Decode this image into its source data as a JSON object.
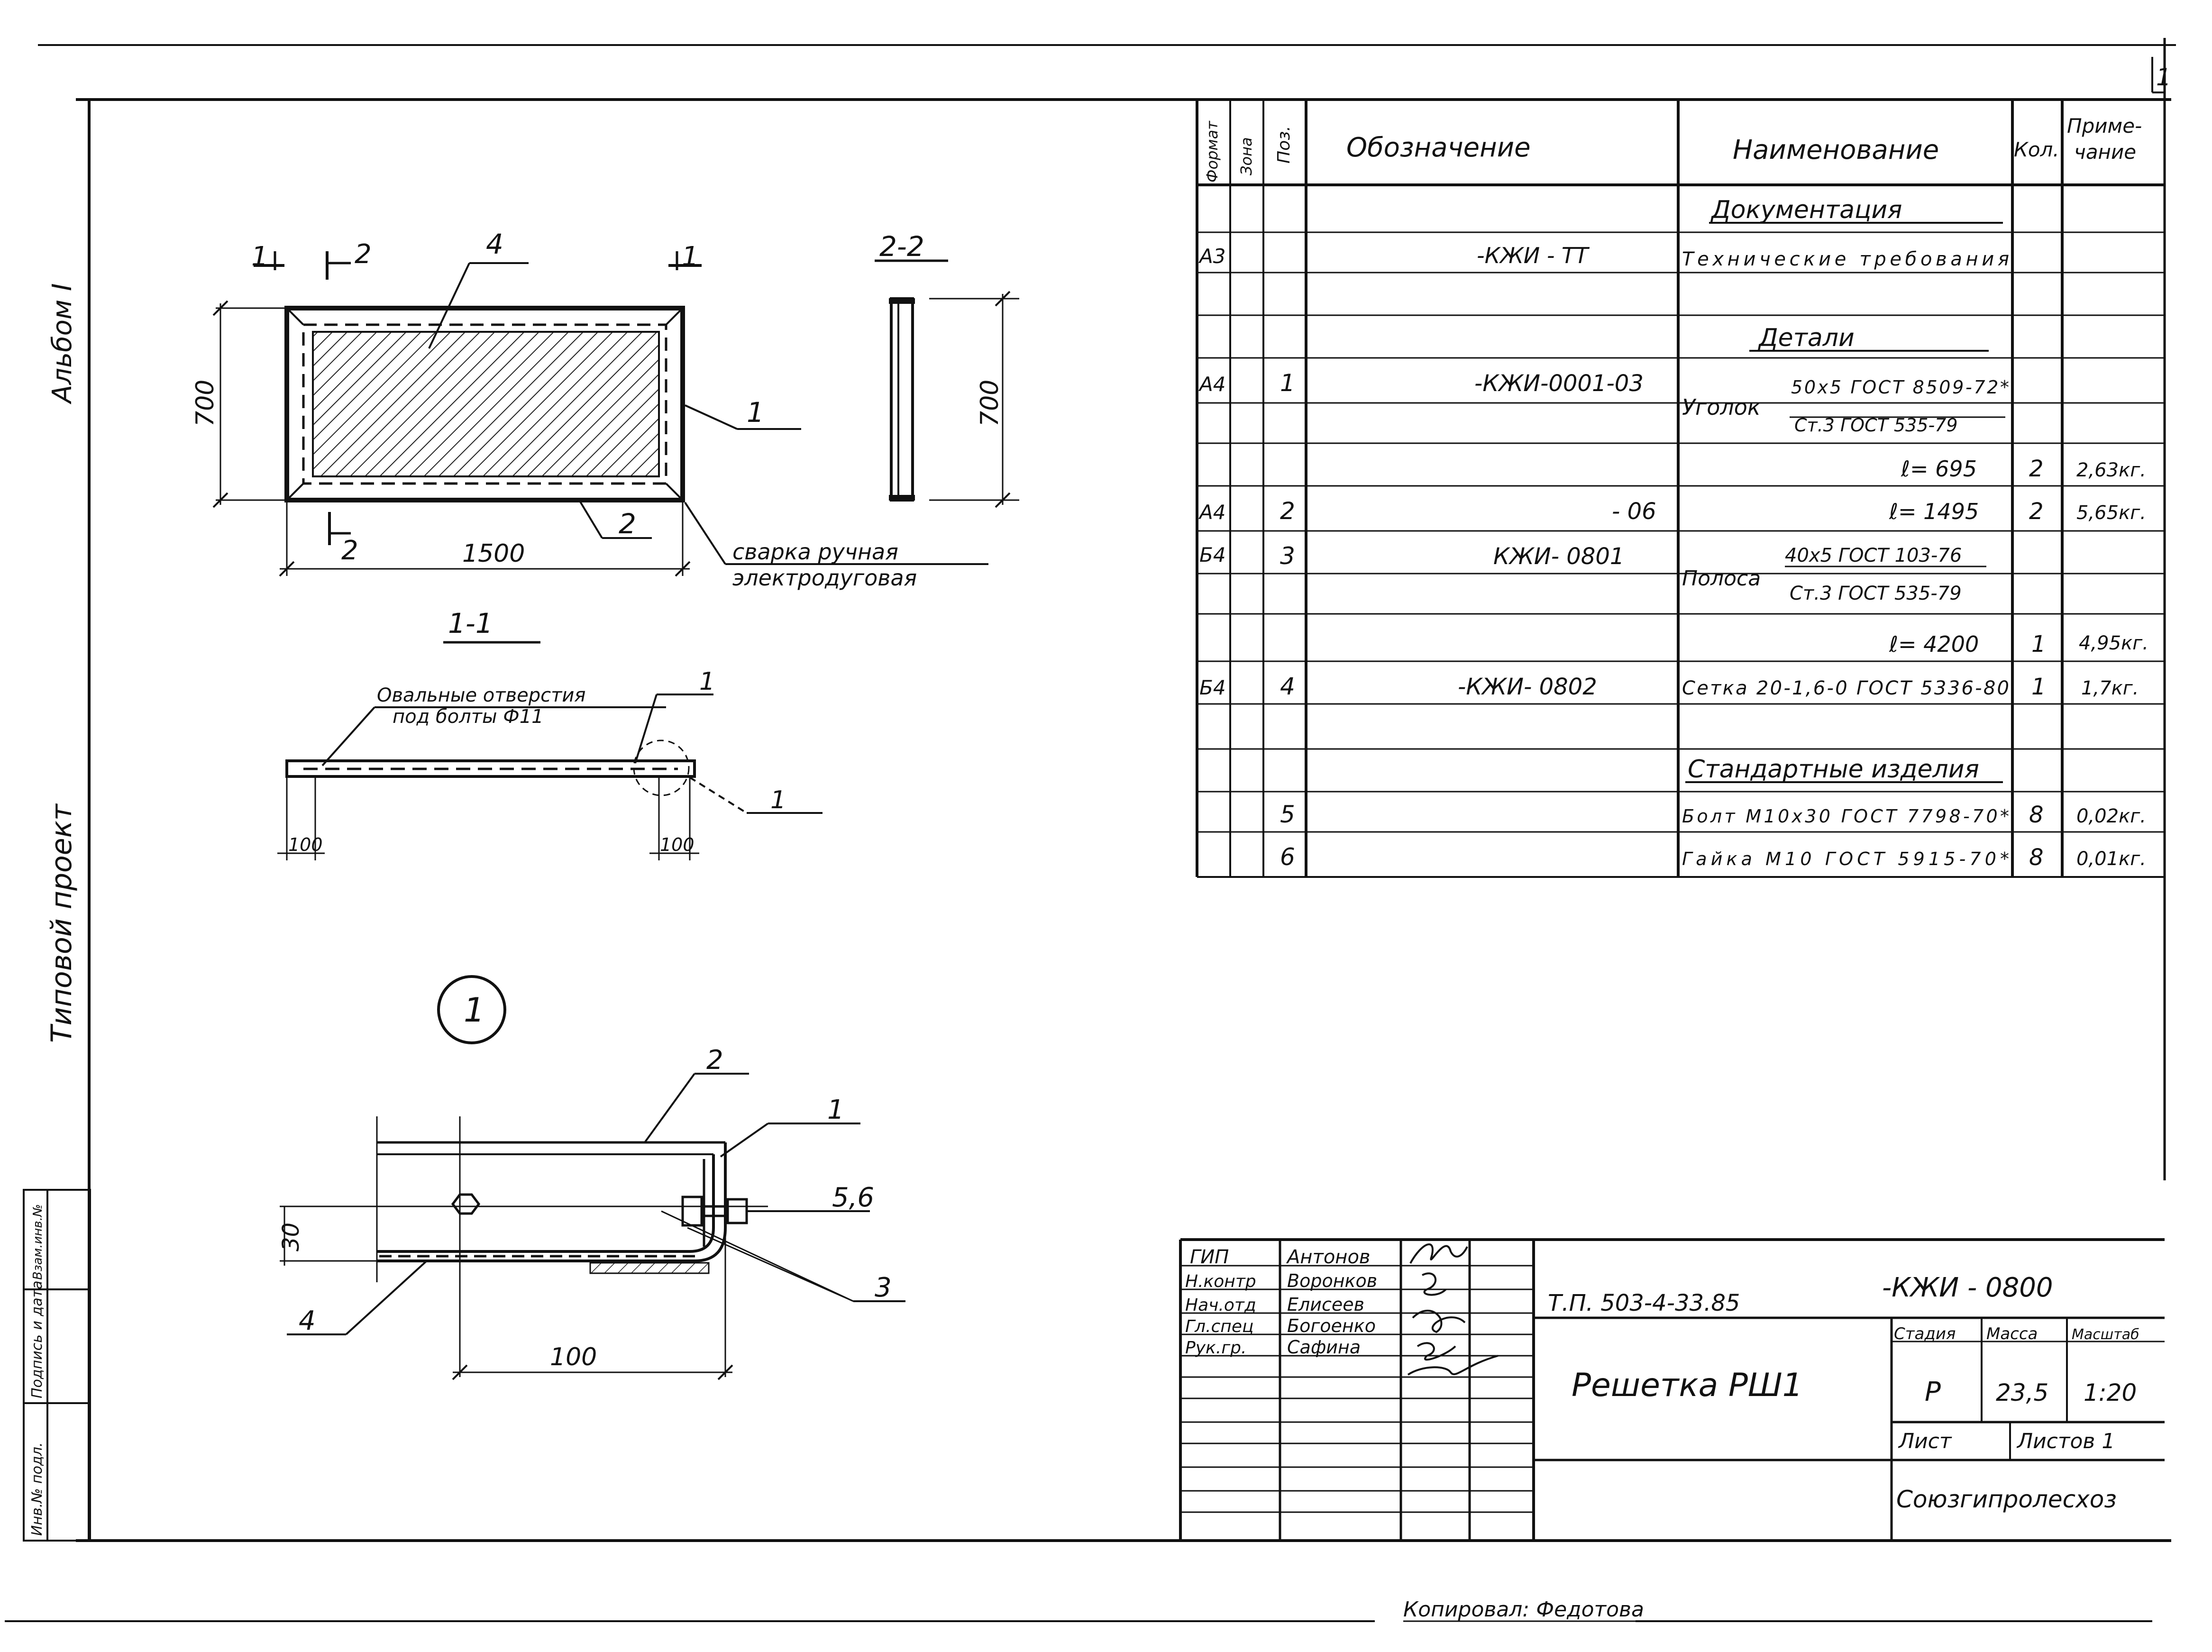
{
  "sheet_number": "1",
  "side_labels": {
    "album": "Альбом I",
    "project": "Типовой   проект",
    "stamp_col1": "Инв.№ подл.",
    "stamp_col2": "Подпись и дата",
    "stamp_col3": "Взам.инв.№"
  },
  "drawing": {
    "plan": {
      "section_1_left": "1",
      "section_1_right": "1",
      "section_2_top": "2",
      "section_2_bottom": "2",
      "callout_4": "4",
      "callout_1": "1",
      "callout_2": "2",
      "dim_height": "700",
      "dim_width": "1500",
      "weld_note_line1": "сварка ручная",
      "weld_note_line2": "электродуговая"
    },
    "section_2_2": {
      "title": "2-2",
      "dim_height": "700"
    },
    "section_1_1": {
      "title": "1-1",
      "holes_line1": "Овальные отверстия",
      "holes_line2": "под болты Ф11",
      "callout_1_top": "1",
      "callout_1_node": "1",
      "dim_left": "100",
      "dim_right": "100"
    },
    "node": {
      "number": "1",
      "callout_2": "2",
      "callout_1": "1",
      "callout_56": "5,6",
      "callout_3": "3",
      "callout_4": "4",
      "dim_30": "30",
      "dim_100": "100"
    }
  },
  "spec_table": {
    "headers": {
      "format": "Формат",
      "zone": "Зона",
      "pos": "Поз.",
      "designation": "Обозначение",
      "name": "Наименование",
      "qty": "Кол.",
      "note_line1": "Приме-",
      "note_line2": "чание"
    },
    "section_documentation": "Документация",
    "section_details": "Детали",
    "section_standard": "Стандартные изделия",
    "rows": {
      "doc1": {
        "format": "А3",
        "designation": "-КЖИ - ТТ",
        "name": "Технические требования"
      },
      "part1": {
        "format": "А4",
        "pos": "1",
        "designation": "-КЖИ-0001-03",
        "name_word": "Уголок",
        "name_top": "50х5 ГОСТ 8509-72*",
        "name_bottom": "Ст.3 ГОСТ 535-79"
      },
      "part1_l1": {
        "name": "ℓ= 695",
        "qty": "2",
        "note": "2,63кг."
      },
      "part2": {
        "format": "А4",
        "pos": "2",
        "designation": "- 06",
        "name": "ℓ= 1495",
        "qty": "2",
        "note": "5,65кг."
      },
      "part3": {
        "format": "Б4",
        "pos": "3",
        "designation": "КЖИ- 0801",
        "name_word": "Полоса",
        "name_top": "40х5 ГОСТ 103-76",
        "name_bottom": "Ст.3 ГОСТ 535-79"
      },
      "part3_l": {
        "name": "ℓ= 4200",
        "qty": "1",
        "note": "4,95кг."
      },
      "part4": {
        "format": "Б4",
        "pos": "4",
        "designation": "-КЖИ- 0802",
        "name": "Сетка 20-1,6-0 ГОСТ 5336-80",
        "qty": "1",
        "note": "1,7кг."
      },
      "std5": {
        "pos": "5",
        "name": "Болт М10х30 ГОСТ 7798-70*",
        "qty": "8",
        "note": "0,02кг."
      },
      "std6": {
        "pos": "6",
        "name": "Гайка М10 ГОСТ 5915-70*",
        "qty": "8",
        "note": "0,01кг."
      }
    }
  },
  "title_block": {
    "roles": [
      "ГИП",
      "Н.контр",
      "Нач.отд",
      "Гл.спец",
      "Рук.гр."
    ],
    "names": [
      "Антонов",
      "Воронков",
      "Елисеев",
      "Богоенко",
      "Сафина"
    ],
    "doc_code": "Т.П. 503-4-33.85",
    "drawing_code": "-КЖИ - 0800",
    "title": "Решетка РШ1",
    "stage_header": "Стадия",
    "mass_header": "Масса",
    "scale_header": "Масштаб",
    "stage": "Р",
    "mass": "23,5",
    "scale": "1:20",
    "sheet_label": "Лист",
    "sheets_label": "Листов 1",
    "organization": "Союзгипролесхоз"
  },
  "copied_by": "Копировал: Федотова"
}
